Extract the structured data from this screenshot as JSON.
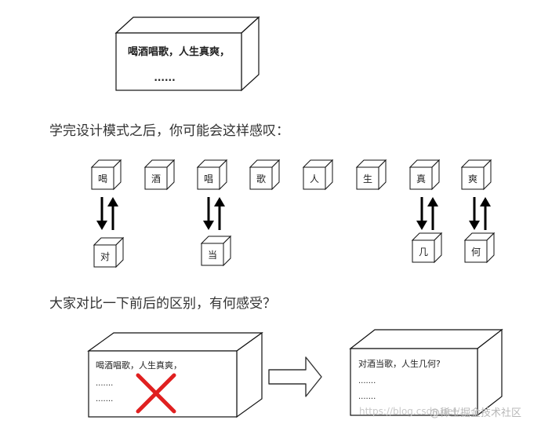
{
  "top_box": {
    "line1": "喝酒唱歌，人生真爽，",
    "line2": "......"
  },
  "caption1": "学完设计模式之后，你可能会这样感叹：",
  "top_row": [
    "喝",
    "酒",
    "唱",
    "歌",
    "人",
    "生",
    "真",
    "爽"
  ],
  "bottom_row": [
    "对",
    "当",
    "几",
    "何"
  ],
  "caption2": "大家对比一下前后的区别，有何感受？",
  "before_box": {
    "line1": "喝酒唱歌，人生真爽，",
    "line2": ".......",
    "line3": "......."
  },
  "after_box": {
    "line1": "对酒当歌，人生几何?",
    "line2": ".......",
    "line3": "......."
  },
  "watermark_url": "https://blog.csdn.net/",
  "watermark_brand": "@稀土掘金技术社区",
  "colors": {
    "stroke": "#111111",
    "face": "#ffffff",
    "cross": "#e02020",
    "arrow": "#000000"
  }
}
